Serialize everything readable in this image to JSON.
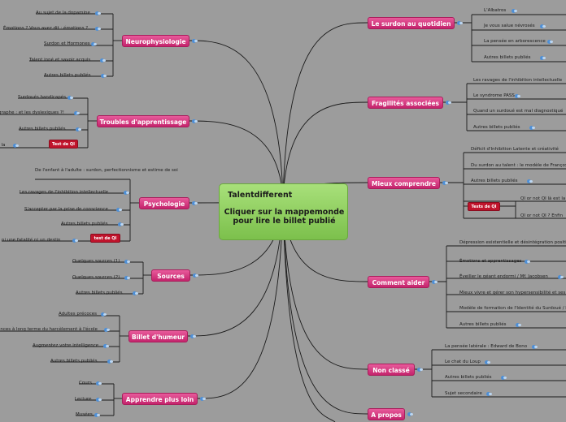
{
  "center": {
    "title": "Talentdifferent",
    "subtitle": "Cliquer sur la mappemonde pour lire le billet publié"
  },
  "branches": [
    {
      "id": "neurophysiologie",
      "label": "Neurophysiologie",
      "leaves": [
        "Au sujet de la dopamine",
        "Émotions ? Vous avez dit : émotions ?",
        "Surdon et Hormones",
        "Talent inné et savoir acquis",
        "Autres billets publiés"
      ]
    },
    {
      "id": "troubles",
      "label": "Troubles d'apprentissage",
      "leaves": [
        "Surdoués handicapés",
        "graphe : et les dyslexiques ?!",
        "Autres billets publiés",
        ": la"
      ],
      "badge": "Test de QI"
    },
    {
      "id": "psychologie",
      "label": "Psychologie",
      "leaves": [
        "De l'enfant à l'adulte : surdon, perfectionnisme et estime de soi",
        "Les ravages de l'inhibition intellectuelle",
        "S'accepter par la prise de conscience",
        "Autres billets publiés",
        "ni une fatalité ni un destin"
      ],
      "badge": "test de QI"
    },
    {
      "id": "sources",
      "label": "Sources",
      "leaves": [
        "Quelques sources (1)",
        "Quelques sources (2)",
        "Autres billets publiés"
      ]
    },
    {
      "id": "billet",
      "label": "Billet d'humeur",
      "leaves": [
        "Adultes précoces",
        "ences à long terme du harcèlement à l'école",
        "Augmentez votre intelligence",
        "Autres billets publiés"
      ]
    },
    {
      "id": "apprendre",
      "label": "Apprendre plus loin",
      "leaves": [
        "Cours",
        "Lecture",
        "Musées"
      ]
    },
    {
      "id": "quotidien",
      "label": "Le surdon au quotidien",
      "leaves": [
        "L'Albatros",
        "Je vous salue névrosés",
        "La pensée en arborescence",
        "Autres billets publiés"
      ]
    },
    {
      "id": "fragilites",
      "label": "Fragilités associées",
      "leaves": [
        "Les ravages de l'inhibition intellectuelle",
        "Le syndrome PASS",
        "Quand un surdoué est mal diagnostiqué",
        "Autres billets publiés"
      ]
    },
    {
      "id": "comprendre",
      "label": "Mieux comprendre",
      "leaves": [
        "Déficit d'Inhibition Latente et créativité",
        "Du surdon au talent : le modèle de Françoys Gagné",
        "Autres billets publiés",
        "QI or not QI là est la question",
        "QI or not QI ? Enfin"
      ],
      "badge": "Tests de QI"
    },
    {
      "id": "aider",
      "label": "Comment aider",
      "leaves": [
        "Dépression existentielle et désintégration positive",
        "Émotions et apprentissages",
        "Éveiller le géant endormi / Mf. Jacobsen",
        "Mieux vivre et gérer son hypersensibilité et ses émotions",
        "Modèle de formation de l'Identité du Surdoué / Mendaglio",
        "Autres billets publiés"
      ]
    },
    {
      "id": "nonclasse",
      "label": "Non classé",
      "leaves": [
        "La pensée latérale : Edward de Bono",
        "Le chat du Loup",
        "Autres billets publiés",
        "Sujet secondaire"
      ]
    },
    {
      "id": "apropos",
      "label": "A propos",
      "leaves": []
    }
  ]
}
